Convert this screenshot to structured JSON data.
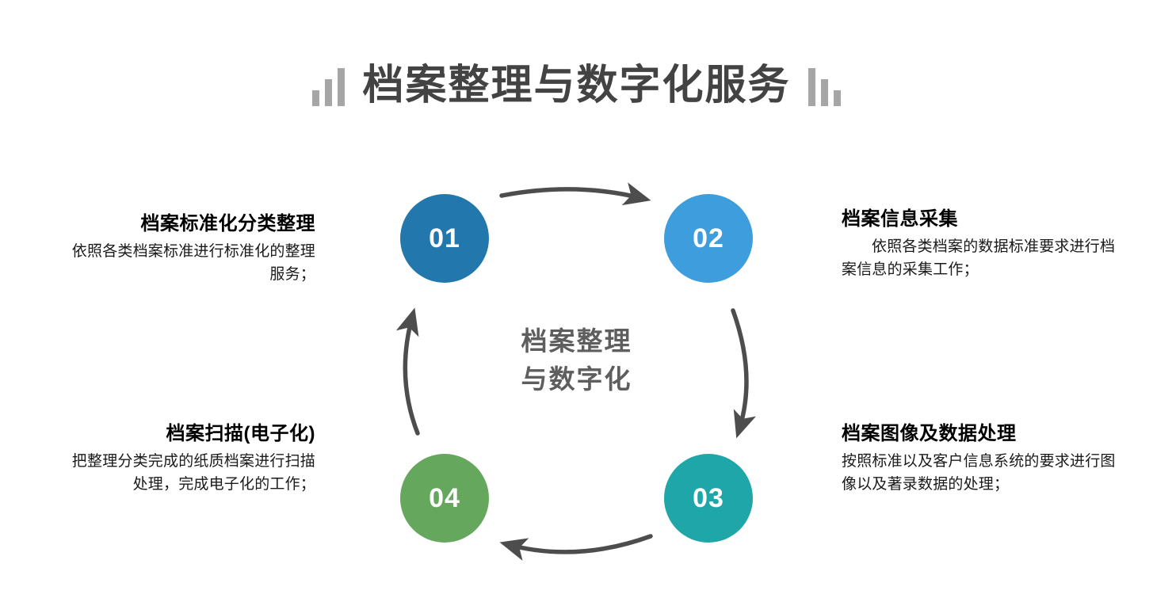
{
  "header": {
    "title": "档案整理与数字化服务",
    "title_color": "#434343",
    "left_ornament": "ascending-bars-icon",
    "right_ornament": "descending-bars-icon",
    "ornament_color": "#a6a6a6"
  },
  "cycle": {
    "center_line1": "档案整理",
    "center_line2": "与数字化",
    "center_color": "#5e5e5e",
    "arrow_color": "#4d4d4d",
    "flow": "01 → 02 → 03 → 04 → 01 (clockwise)",
    "nodes": [
      {
        "number": "01",
        "color": "#2277ac",
        "position": "top-left"
      },
      {
        "number": "02",
        "color": "#3d9ddd",
        "position": "top-right"
      },
      {
        "number": "03",
        "color": "#1fa6a8",
        "position": "bottom-right"
      },
      {
        "number": "04",
        "color": "#66a75e",
        "position": "bottom-left"
      }
    ]
  },
  "items": [
    {
      "number": "01",
      "title": "档案标准化分类整理",
      "body": "依照各类档案标准进行标准化的整理服务；",
      "align": "right"
    },
    {
      "number": "02",
      "title": "档案信息采集",
      "body": "依照各类档案的数据标准要求进行档案信息的采集工作；",
      "align": "left"
    },
    {
      "number": "03",
      "title": "档案图像及数据处理",
      "body": "按照标准以及客户信息系统的要求进行图像以及著录数据的处理；",
      "align": "left"
    },
    {
      "number": "04",
      "title": "档案扫描(电子化)",
      "body": "把整理分类完成的纸质档案进行扫描处理，完成电子化的工作；",
      "align": "right"
    }
  ]
}
